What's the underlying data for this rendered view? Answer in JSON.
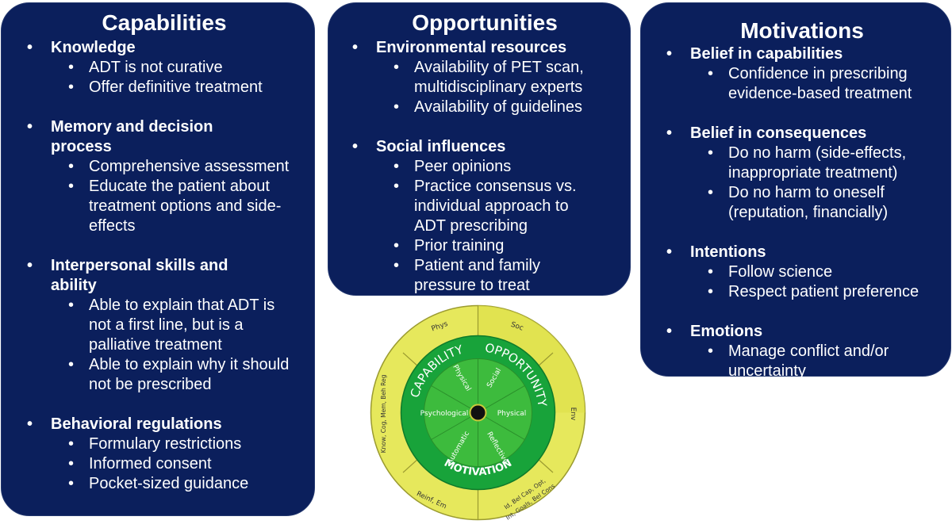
{
  "colors": {
    "panel_bg": "#0b1f5c",
    "panel_text": "#ffffff",
    "wheel_outer": "#e6e85c",
    "wheel_ring": "#18a33a",
    "wheel_inner": "#3dbb3d",
    "wheel_hub": "#111111"
  },
  "panels": {
    "capabilities": {
      "title": "Capabilities",
      "groups": [
        {
          "title": "Knowledge",
          "items": [
            "ADT is not curative",
            "Offer definitive treatment"
          ]
        },
        {
          "title": "Memory and decision process",
          "items": [
            "Comprehensive assessment",
            "Educate the patient about treatment options and side-effects"
          ]
        },
        {
          "title": "Interpersonal skills and ability",
          "items": [
            "Able to explain that ADT is not a first line, but is a palliative treatment",
            "Able to explain why it should not be prescribed"
          ]
        },
        {
          "title": "Behavioral regulations",
          "items": [
            "Formulary restrictions",
            "Informed consent",
            "Pocket-sized guidance"
          ]
        }
      ]
    },
    "opportunities": {
      "title": "Opportunities",
      "groups": [
        {
          "title": "Environmental resources",
          "items": [
            "Availability of PET scan, multidisciplinary experts",
            "Availability of guidelines"
          ]
        },
        {
          "title": "Social influences",
          "items": [
            "Peer opinions",
            "Practice consensus vs. individual approach to ADT prescribing",
            "Prior training",
            "Patient and family pressure to treat"
          ]
        }
      ]
    },
    "motivations": {
      "title": "Motivations",
      "groups": [
        {
          "title": "Belief in capabilities",
          "items": [
            "Confidence in prescribing evidence-based treatment"
          ]
        },
        {
          "title": "Belief in consequences",
          "items": [
            "Do no harm (side-effects, inappropriate treatment)",
            "Do no harm to oneself (reputation, financially)"
          ]
        },
        {
          "title": "Intentions",
          "items": [
            "Follow science",
            "Respect patient preference"
          ]
        },
        {
          "title": "Emotions",
          "items": [
            "Manage conflict and/or uncertainty"
          ]
        }
      ]
    }
  },
  "wheel": {
    "ring_labels": {
      "capability": "CAPABILITY",
      "opportunity": "OPPORTUNITY",
      "motivation": "MOTIVATION"
    },
    "inner_labels": {
      "physical_top": "Physical",
      "social": "Social",
      "psychological": "Psychological",
      "physical_right": "Physical",
      "automatic": "Automatic",
      "reflective": "Reflective"
    },
    "outer_labels": {
      "phys": "Phys",
      "soc": "Soc",
      "env": "Env",
      "know": "Know, Cog, Mem, Beh Reg",
      "reinf": "Reinf, Em",
      "id_line1": "Id, Bel Cap, Opt,",
      "id_line2": "Int, Goals, Bel Cons"
    }
  }
}
